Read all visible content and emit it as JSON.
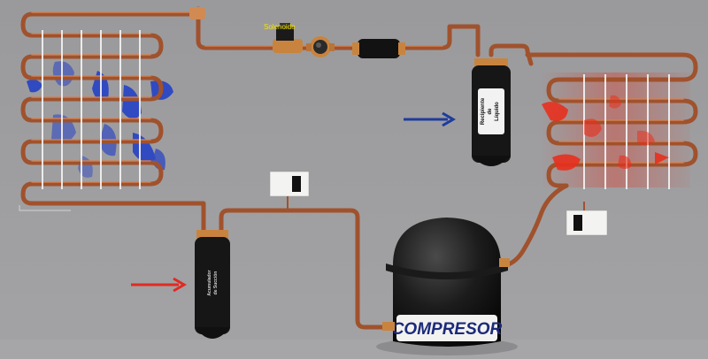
{
  "labels": {
    "solenoid": "Solenoide",
    "liquid_receiver_line1": "Recipiente",
    "liquid_receiver_line2": "de",
    "liquid_receiver_line3": "Líquido",
    "accumulator_line1": "Acumulador",
    "accumulator_line2": "de Succión",
    "compressor": "COMPRESOR"
  },
  "colors": {
    "background": "#9b9b9d",
    "pipe": "#a0522d",
    "evaporator_flow": "#1e3cc8",
    "condenser_flow": "#e8301e",
    "arrow_blue": "#1e3c9c",
    "arrow_red": "#e02a22",
    "compressor_text": "#1b2a7a",
    "solenoid_text": "#f5e400"
  }
}
